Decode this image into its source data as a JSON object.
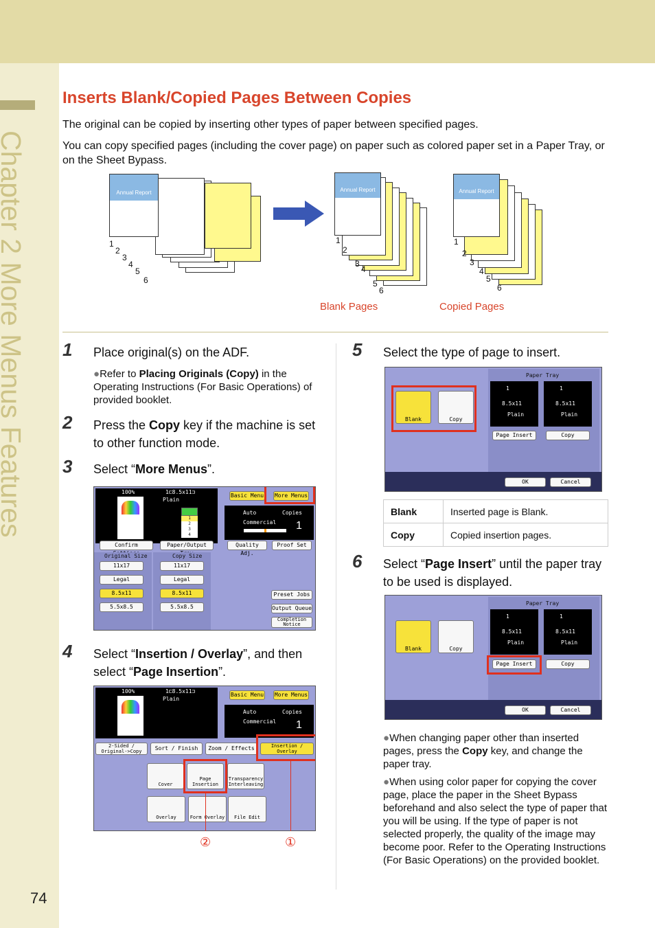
{
  "chapter_label": "Chapter 2   More Menus Features",
  "page_number": "74",
  "section_title": "Inserts Blank/Copied Pages Between Copies",
  "intro": {
    "p1": "The original can be copied by inserting other types of paper between specified pages.",
    "p2": "You can copy specified pages (including the cover page) on paper such as colored paper set in a Paper Tray, or on the Sheet Bypass."
  },
  "illustration": {
    "cover_label": "Annual Report",
    "page_numbers": [
      "1",
      "2",
      "3",
      "4",
      "5",
      "6"
    ],
    "blank_caption": "Blank Pages",
    "copied_caption": "Copied Pages"
  },
  "steps": [
    {
      "num": "1",
      "text": "Place original(s) on the ADF.",
      "note_pre": "Refer to ",
      "note_bold": "Placing Originals (Copy)",
      "note_post": " in the Operating Instructions (For Basic Operations) of provided booklet."
    },
    {
      "num": "2",
      "pre": "Press the ",
      "bold": "Copy",
      "post": " key if the machine is set to other function mode."
    },
    {
      "num": "3",
      "pre": "Select “",
      "bold": "More Menus",
      "post": "”."
    },
    {
      "num": "4",
      "pre": "Select “",
      "bold": "Insertion / Overlay",
      "mid": "”, and then select “",
      "bold2": "Page Insertion",
      "post": "”."
    },
    {
      "num": "5",
      "text": "Select the type of page to insert."
    },
    {
      "num": "6",
      "pre": "Select “",
      "bold": "Page Insert",
      "post": "” until the paper tray to be used is displayed."
    }
  ],
  "screen_main": {
    "zoom": "100%",
    "paper": "1⊏8.5x11⊐",
    "paper_type": "Plain",
    "basic_menu": "Basic Menu",
    "more_menus": "More Menus",
    "auto": "Auto",
    "copies_label": "Copies",
    "commercial": "Commercial",
    "copies_value": "1",
    "confirm_settings": "Confirm Settings",
    "paper_output_tray": "Paper/Output Tray",
    "quality_adj": "Quality Adj.",
    "proof_set": "Proof Set",
    "original_size": "Original Size",
    "copy_size": "Copy Size",
    "orig_sizes": [
      "11x17",
      "Legal",
      "8.5x11",
      "5.5x8.5"
    ],
    "copy_sizes": [
      "11x17",
      "Legal",
      "8.5x11",
      "5.5x8.5"
    ],
    "preset_jobs": "Preset Jobs",
    "output_queue": "Output Queue",
    "completion_notice": "Completion Notice",
    "tray_numbers": [
      "1",
      "2",
      "3",
      "4"
    ]
  },
  "screen_more": {
    "tab_2sided": "2-Sided / Original->Copy",
    "tab_sort": "Sort / Finish",
    "tab_zoom": "Zoom / Effects",
    "tab_insertion": "Insertion / Overlay",
    "cover": "Cover",
    "page_insertion": "Page Insertion",
    "transparency": "Transparency Interleaving",
    "overlay": "Overlay",
    "form_overlay": "Form Overlay",
    "file_edit": "File Edit",
    "callout_1": "①",
    "callout_2": "②"
  },
  "screen_insert": {
    "paper_tray": "Paper Tray",
    "blank": "Blank",
    "copy": "Copy",
    "tray_num": "1",
    "size": "8.5x11",
    "plain": "Plain",
    "page_insert": "Page Insert",
    "copy_btn": "Copy",
    "ok": "OK",
    "cancel": "Cancel"
  },
  "table": [
    {
      "term": "Blank",
      "desc": "Inserted page is Blank."
    },
    {
      "term": "Copy",
      "desc": "Copied insertion pages."
    }
  ],
  "notes": {
    "n1_pre": "When changing paper other than inserted pages, press the ",
    "n1_bold": "Copy",
    "n1_post": " key, and change the paper tray.",
    "n2": "When using color paper for copying the cover page, place the paper in the Sheet Bypass beforehand and also select the type of paper that you will be using. If the type of paper is not selected properly, the quality of the image may become poor. Refer to the Operating Instructions (For Basic Operations) on the provided booklet."
  }
}
